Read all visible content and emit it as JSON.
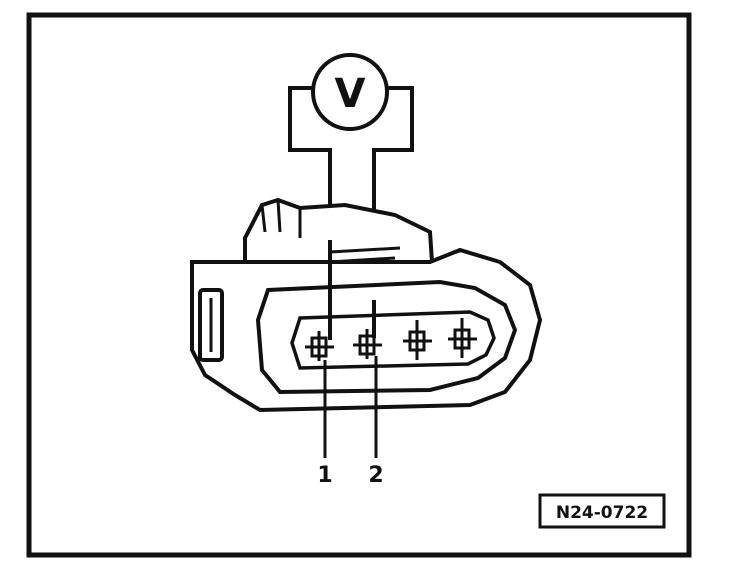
{
  "meter": {
    "symbol": "V"
  },
  "pins": [
    {
      "label": "1"
    },
    {
      "label": "2"
    }
  ],
  "reference_code": "N24-0722",
  "icons": [
    "voltmeter-icon",
    "connector-icon"
  ]
}
